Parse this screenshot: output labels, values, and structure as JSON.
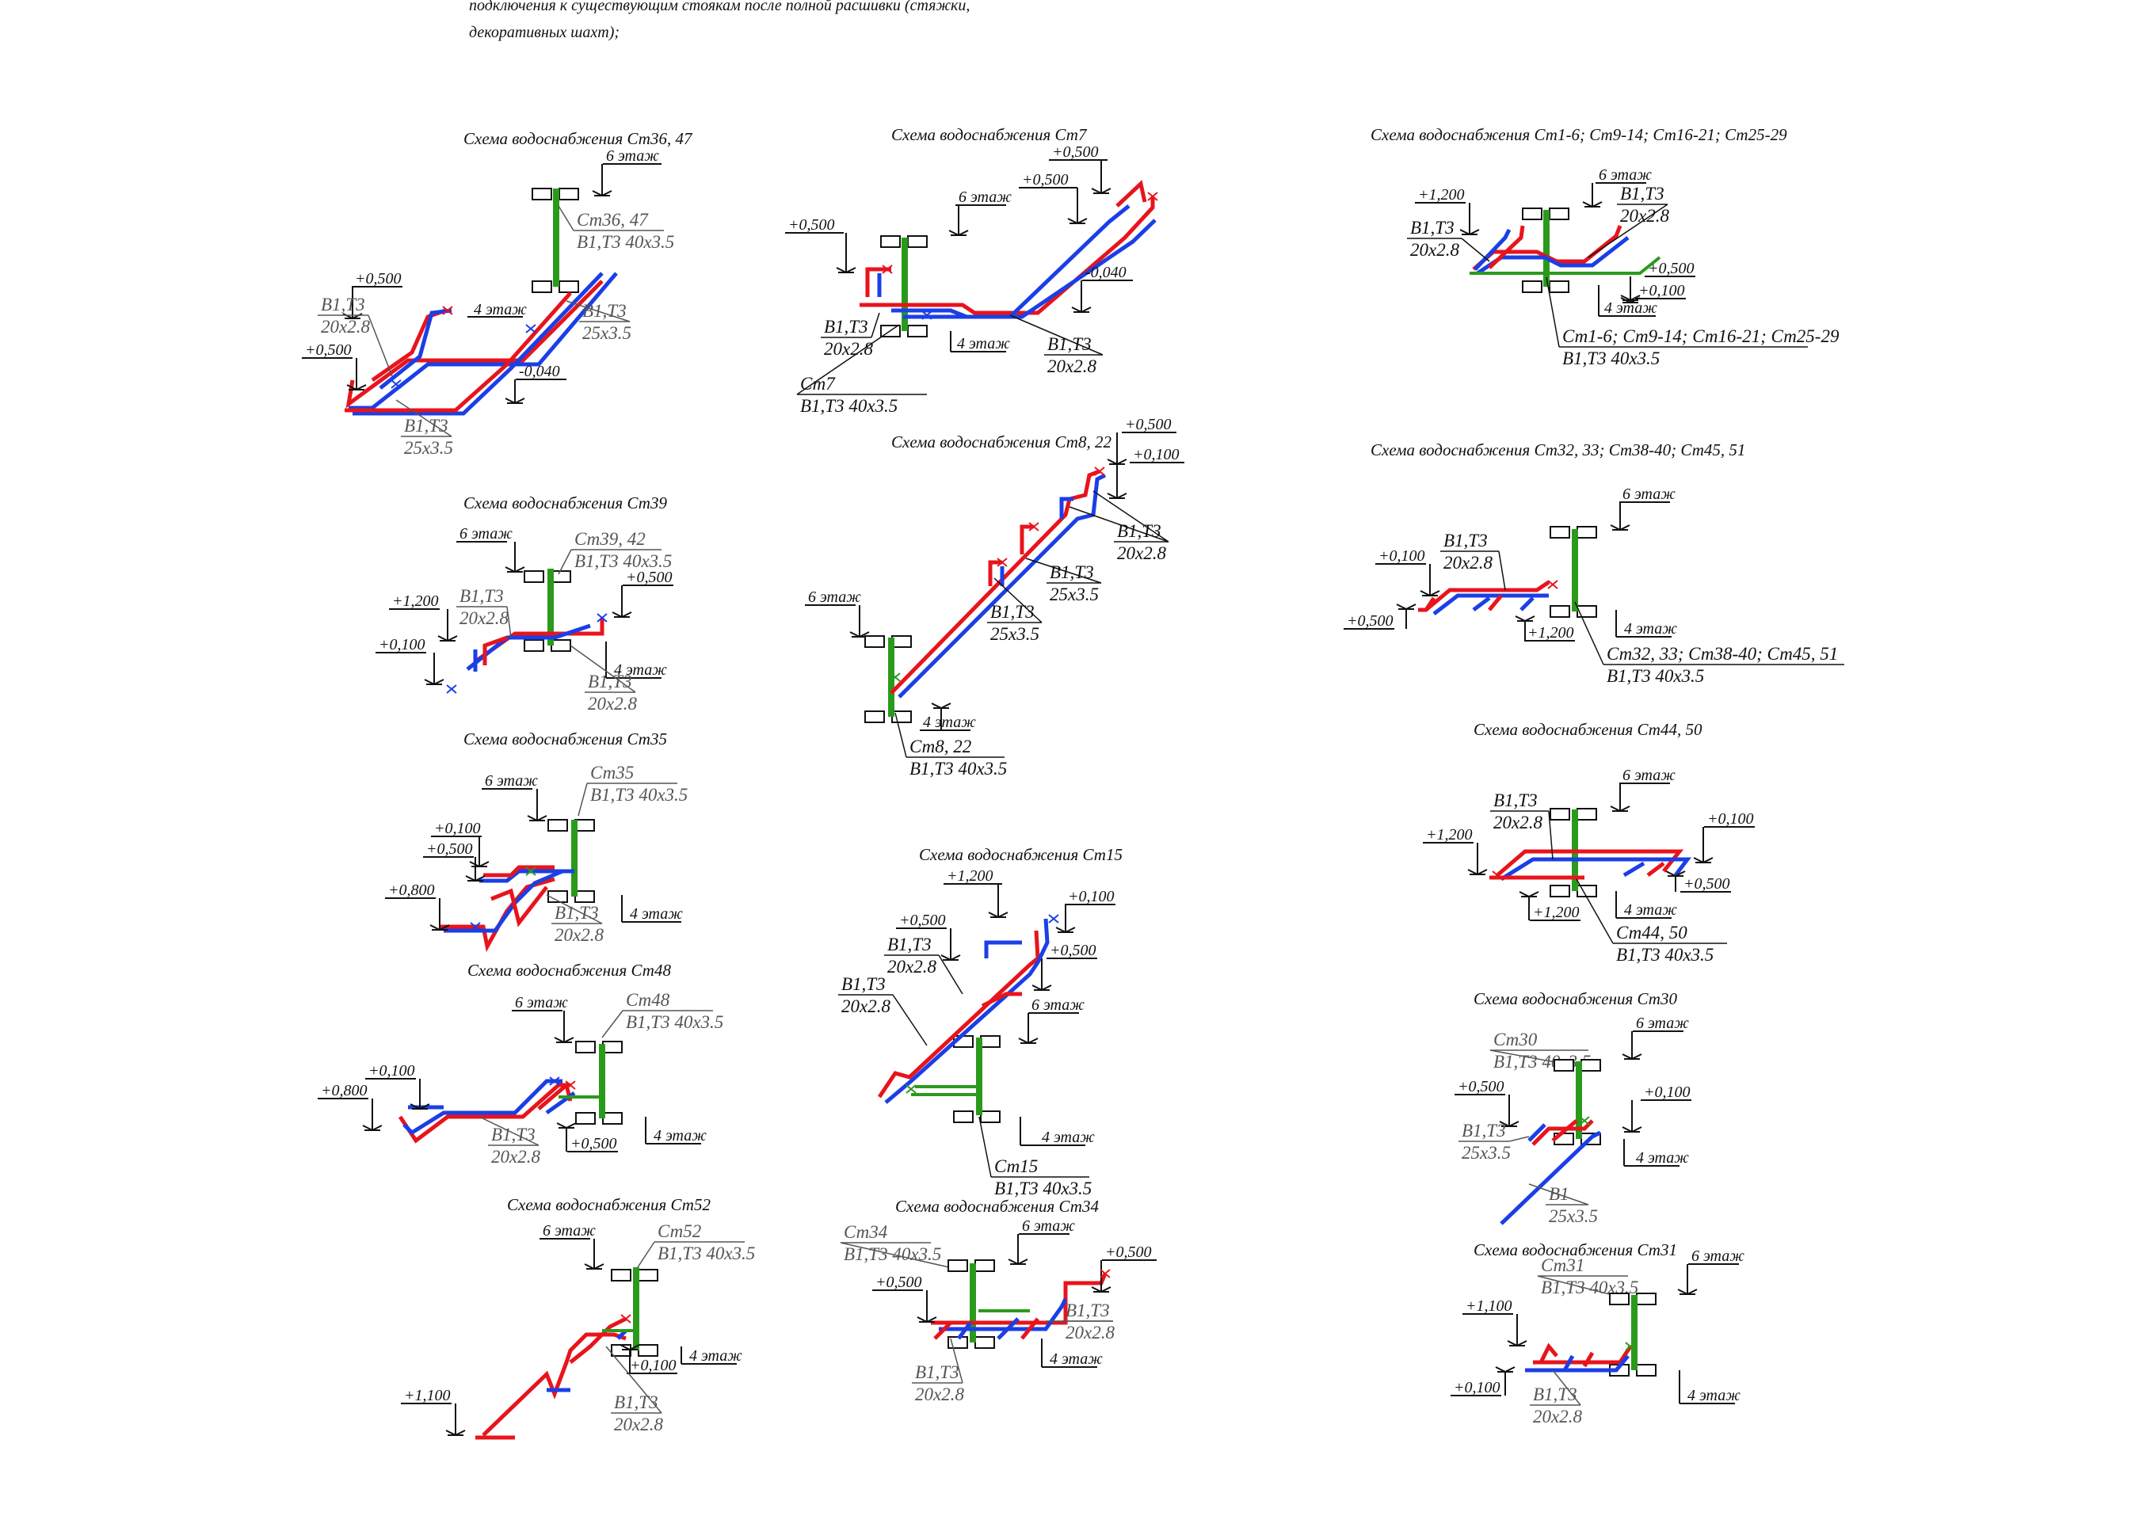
{
  "header": {
    "line1": "подключения к     существующим стоякам после полной расшивки (стяжки,",
    "line2": "декоративных шахт);"
  },
  "colors": {
    "hot": "#e8141c",
    "cold": "#1b3fe6",
    "riser": "#2a9a1c",
    "ink": "#111111",
    "grey": "#555555"
  },
  "icons": [
    "leader-arrow",
    "floor-slab",
    "valve-symbol"
  ],
  "schemes": [
    {
      "id": "st36-47",
      "title": "Схема водоснабжения Ст36, 47",
      "floor_top": "6 этаж",
      "floor_bottom": "4 этаж",
      "riser": "Ст36, 47",
      "riser_spec": "В1,Т3 40х3.5",
      "marks": [
        "+0,500",
        "+0,500",
        "-0,040"
      ],
      "pipes": [
        {
          "name": "В1,Т3",
          "size": "20х2.8"
        },
        {
          "name": "В1,Т3",
          "size": "25х3.5"
        },
        {
          "name": "В1,Т3",
          "size": "25х3.5"
        }
      ]
    },
    {
      "id": "st7",
      "title": "Схема водоснабжения Ст7",
      "floor_top": "6 этаж",
      "floor_bottom": "4 этаж",
      "riser": "Ст7",
      "riser_spec": "В1,Т3 40х3.5",
      "marks": [
        "+0,500",
        "+0,500",
        "+0,500",
        "-0,040"
      ],
      "pipes": [
        {
          "name": "В1,Т3",
          "size": "20х2.8"
        },
        {
          "name": "В1,Т3",
          "size": "20х2.8"
        }
      ]
    },
    {
      "id": "st1-6",
      "title": "Схема водоснабжения Ст1-6; Ст9-14; Ст16-21; Ст25-29",
      "floor_top": "6 этаж",
      "floor_bottom": "4 этаж",
      "riser": "Ст1-6; Ст9-14; Ст16-21; Ст25-29",
      "riser_spec": "В1,Т3 40х3.5",
      "marks": [
        "+1,200",
        "+0,500",
        "+0,100"
      ],
      "pipes": [
        {
          "name": "В1,Т3",
          "size": "20х2.8"
        },
        {
          "name": "В1,Т3",
          "size": "20х2.8"
        }
      ]
    },
    {
      "id": "st39",
      "title": "Схема водоснабжения Ст39",
      "floor_top": "6 этаж",
      "floor_bottom": "4 этаж",
      "riser": "Ст39, 42",
      "riser_spec": "В1,Т3 40х3.5",
      "marks": [
        "+1,200",
        "+0,100",
        "+0,500"
      ],
      "pipes": [
        {
          "name": "В1,Т3",
          "size": "20х2.8"
        },
        {
          "name": "В1,Т3",
          "size": "20х2.8"
        }
      ]
    },
    {
      "id": "st8-22",
      "title": "Схема водоснабжения Ст8, 22",
      "floor_top": "6 этаж",
      "floor_bottom": "4 этаж",
      "riser": "Ст8, 22",
      "riser_spec": "В1,Т3 40х3.5",
      "marks": [
        "+0,500",
        "+0,100"
      ],
      "pipes": [
        {
          "name": "В1,Т3",
          "size": "20х2.8"
        },
        {
          "name": "В1,Т3",
          "size": "25х3.5"
        },
        {
          "name": "В1,Т3",
          "size": "25х3.5"
        }
      ]
    },
    {
      "id": "st32",
      "title": "Схема водоснабжения Ст32, 33; Ст38-40; Ст45, 51",
      "floor_top": "6 этаж",
      "floor_bottom": "4 этаж",
      "riser": "Ст32, 33; Ст38-40; Ст45, 51",
      "riser_spec": "В1,Т3 40х3.5",
      "marks": [
        "+0,100",
        "+0,500",
        "+1,200"
      ],
      "pipes": [
        {
          "name": "В1,Т3",
          "size": "20х2.8"
        }
      ]
    },
    {
      "id": "st35",
      "title": "Схема водоснабжения Ст35",
      "floor_top": "6 этаж",
      "floor_bottom": "4 этаж",
      "riser": "Ст35",
      "riser_spec": "В1,Т3 40х3.5",
      "marks": [
        "+0,100",
        "+0,500",
        "+0,800"
      ],
      "pipes": [
        {
          "name": "В1,Т3",
          "size": "20х2.8"
        }
      ]
    },
    {
      "id": "st44-50",
      "title": "Схема водоснабжения Ст44, 50",
      "floor_top": "6 этаж",
      "floor_bottom": "4 этаж",
      "riser": "Ст44, 50",
      "riser_spec": "В1,Т3 40х3.5",
      "marks": [
        "+1,200",
        "+0,100",
        "+0,500",
        "+1,200"
      ],
      "pipes": [
        {
          "name": "В1,Т3",
          "size": "20х2.8"
        }
      ]
    },
    {
      "id": "st15",
      "title": "Схема водоснабжения Ст15",
      "floor_top": "6 этаж",
      "floor_bottom": "4 этаж",
      "riser": "Ст15",
      "riser_spec": "В1,Т3 40х3.5",
      "marks": [
        "+1,200",
        "+0,100",
        "+0,500",
        "+0,500"
      ],
      "pipes": [
        {
          "name": "В1,Т3",
          "size": "20х2.8"
        },
        {
          "name": "В1,Т3",
          "size": "20х2.8"
        }
      ]
    },
    {
      "id": "st48",
      "title": "Схема водоснабжения Ст48",
      "floor_top": "6 этаж",
      "floor_bottom": "4 этаж",
      "riser": "Ст48",
      "riser_spec": "В1,Т3 40х3.5",
      "marks": [
        "+0,100",
        "+0,800",
        "+0,500"
      ],
      "pipes": [
        {
          "name": "В1,Т3",
          "size": "20х2.8"
        }
      ]
    },
    {
      "id": "st30",
      "title": "Схема водоснабжения Ст30",
      "floor_top": "6 этаж",
      "floor_bottom": "4 этаж",
      "riser": "Ст30",
      "riser_spec": "В1,Т3 40х3.5",
      "marks": [
        "+0,500",
        "+0,100"
      ],
      "pipes": [
        {
          "name": "В1,Т3",
          "size": "25х3.5"
        },
        {
          "name": "В1",
          "size": "25х3.5"
        }
      ]
    },
    {
      "id": "st52",
      "title": "Схема водоснабжения Ст52",
      "floor_top": "6 этаж",
      "floor_bottom": "4 этаж",
      "riser": "Ст52",
      "riser_spec": "В1,Т3 40х3.5",
      "marks": [
        "+0,100",
        "+1,100"
      ],
      "pipes": [
        {
          "name": "В1,Т3",
          "size": "20х2.8"
        }
      ]
    },
    {
      "id": "st34",
      "title": "Схема водоснабжения Ст34",
      "floor_top": "6 этаж",
      "floor_bottom": "4 этаж",
      "riser": "Ст34",
      "riser_spec": "В1,Т3 40х3.5",
      "marks": [
        "+0,500",
        "+0,500"
      ],
      "pipes": [
        {
          "name": "В1,Т3",
          "size": "20х2.8"
        },
        {
          "name": "В1,Т3",
          "size": "20х2.8"
        }
      ]
    },
    {
      "id": "st31",
      "title": "Схема водоснабжения Ст31",
      "floor_top": "6 этаж",
      "floor_bottom": "4 этаж",
      "riser": "Ст31",
      "riser_spec": "В1,Т3 40х3.5",
      "marks": [
        "+1,100",
        "+0,100"
      ],
      "pipes": [
        {
          "name": "В1,Т3",
          "size": "20х2.8"
        }
      ]
    }
  ]
}
